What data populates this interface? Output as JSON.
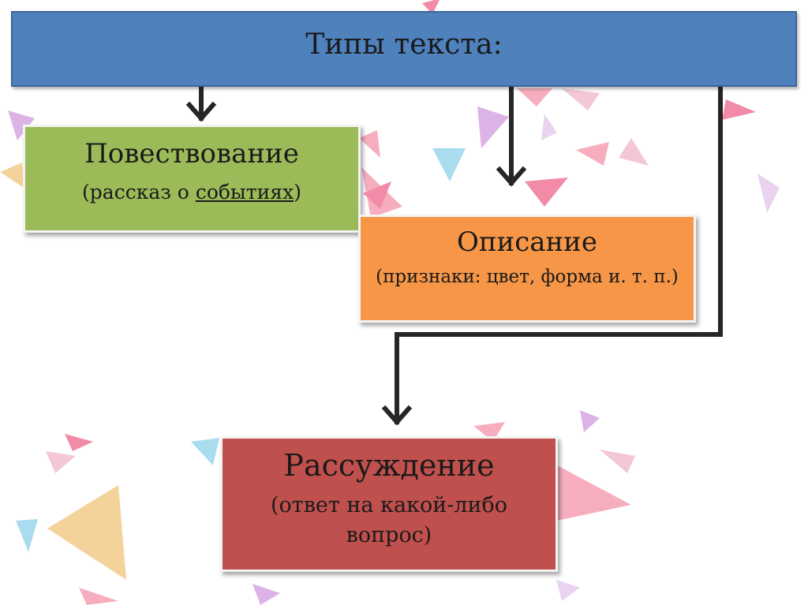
{
  "diagram": {
    "title": "Типы текста:",
    "narration": {
      "label": "Повествование",
      "desc_open": "(рассказ о ",
      "desc_underlined": "событиях",
      "desc_close": ")"
    },
    "description": {
      "label": "Описание",
      "desc": "(признаки: цвет, форма и. т. п.)"
    },
    "reasoning": {
      "label": "Рассуждение",
      "desc": "(ответ на какой-либо вопрос)"
    }
  },
  "colors": {
    "title_bg": "#4f81bd",
    "narration_bg": "#9bbb59",
    "description_bg": "#f79646",
    "reasoning_bg": "#c0504d",
    "connector": "#262626"
  }
}
